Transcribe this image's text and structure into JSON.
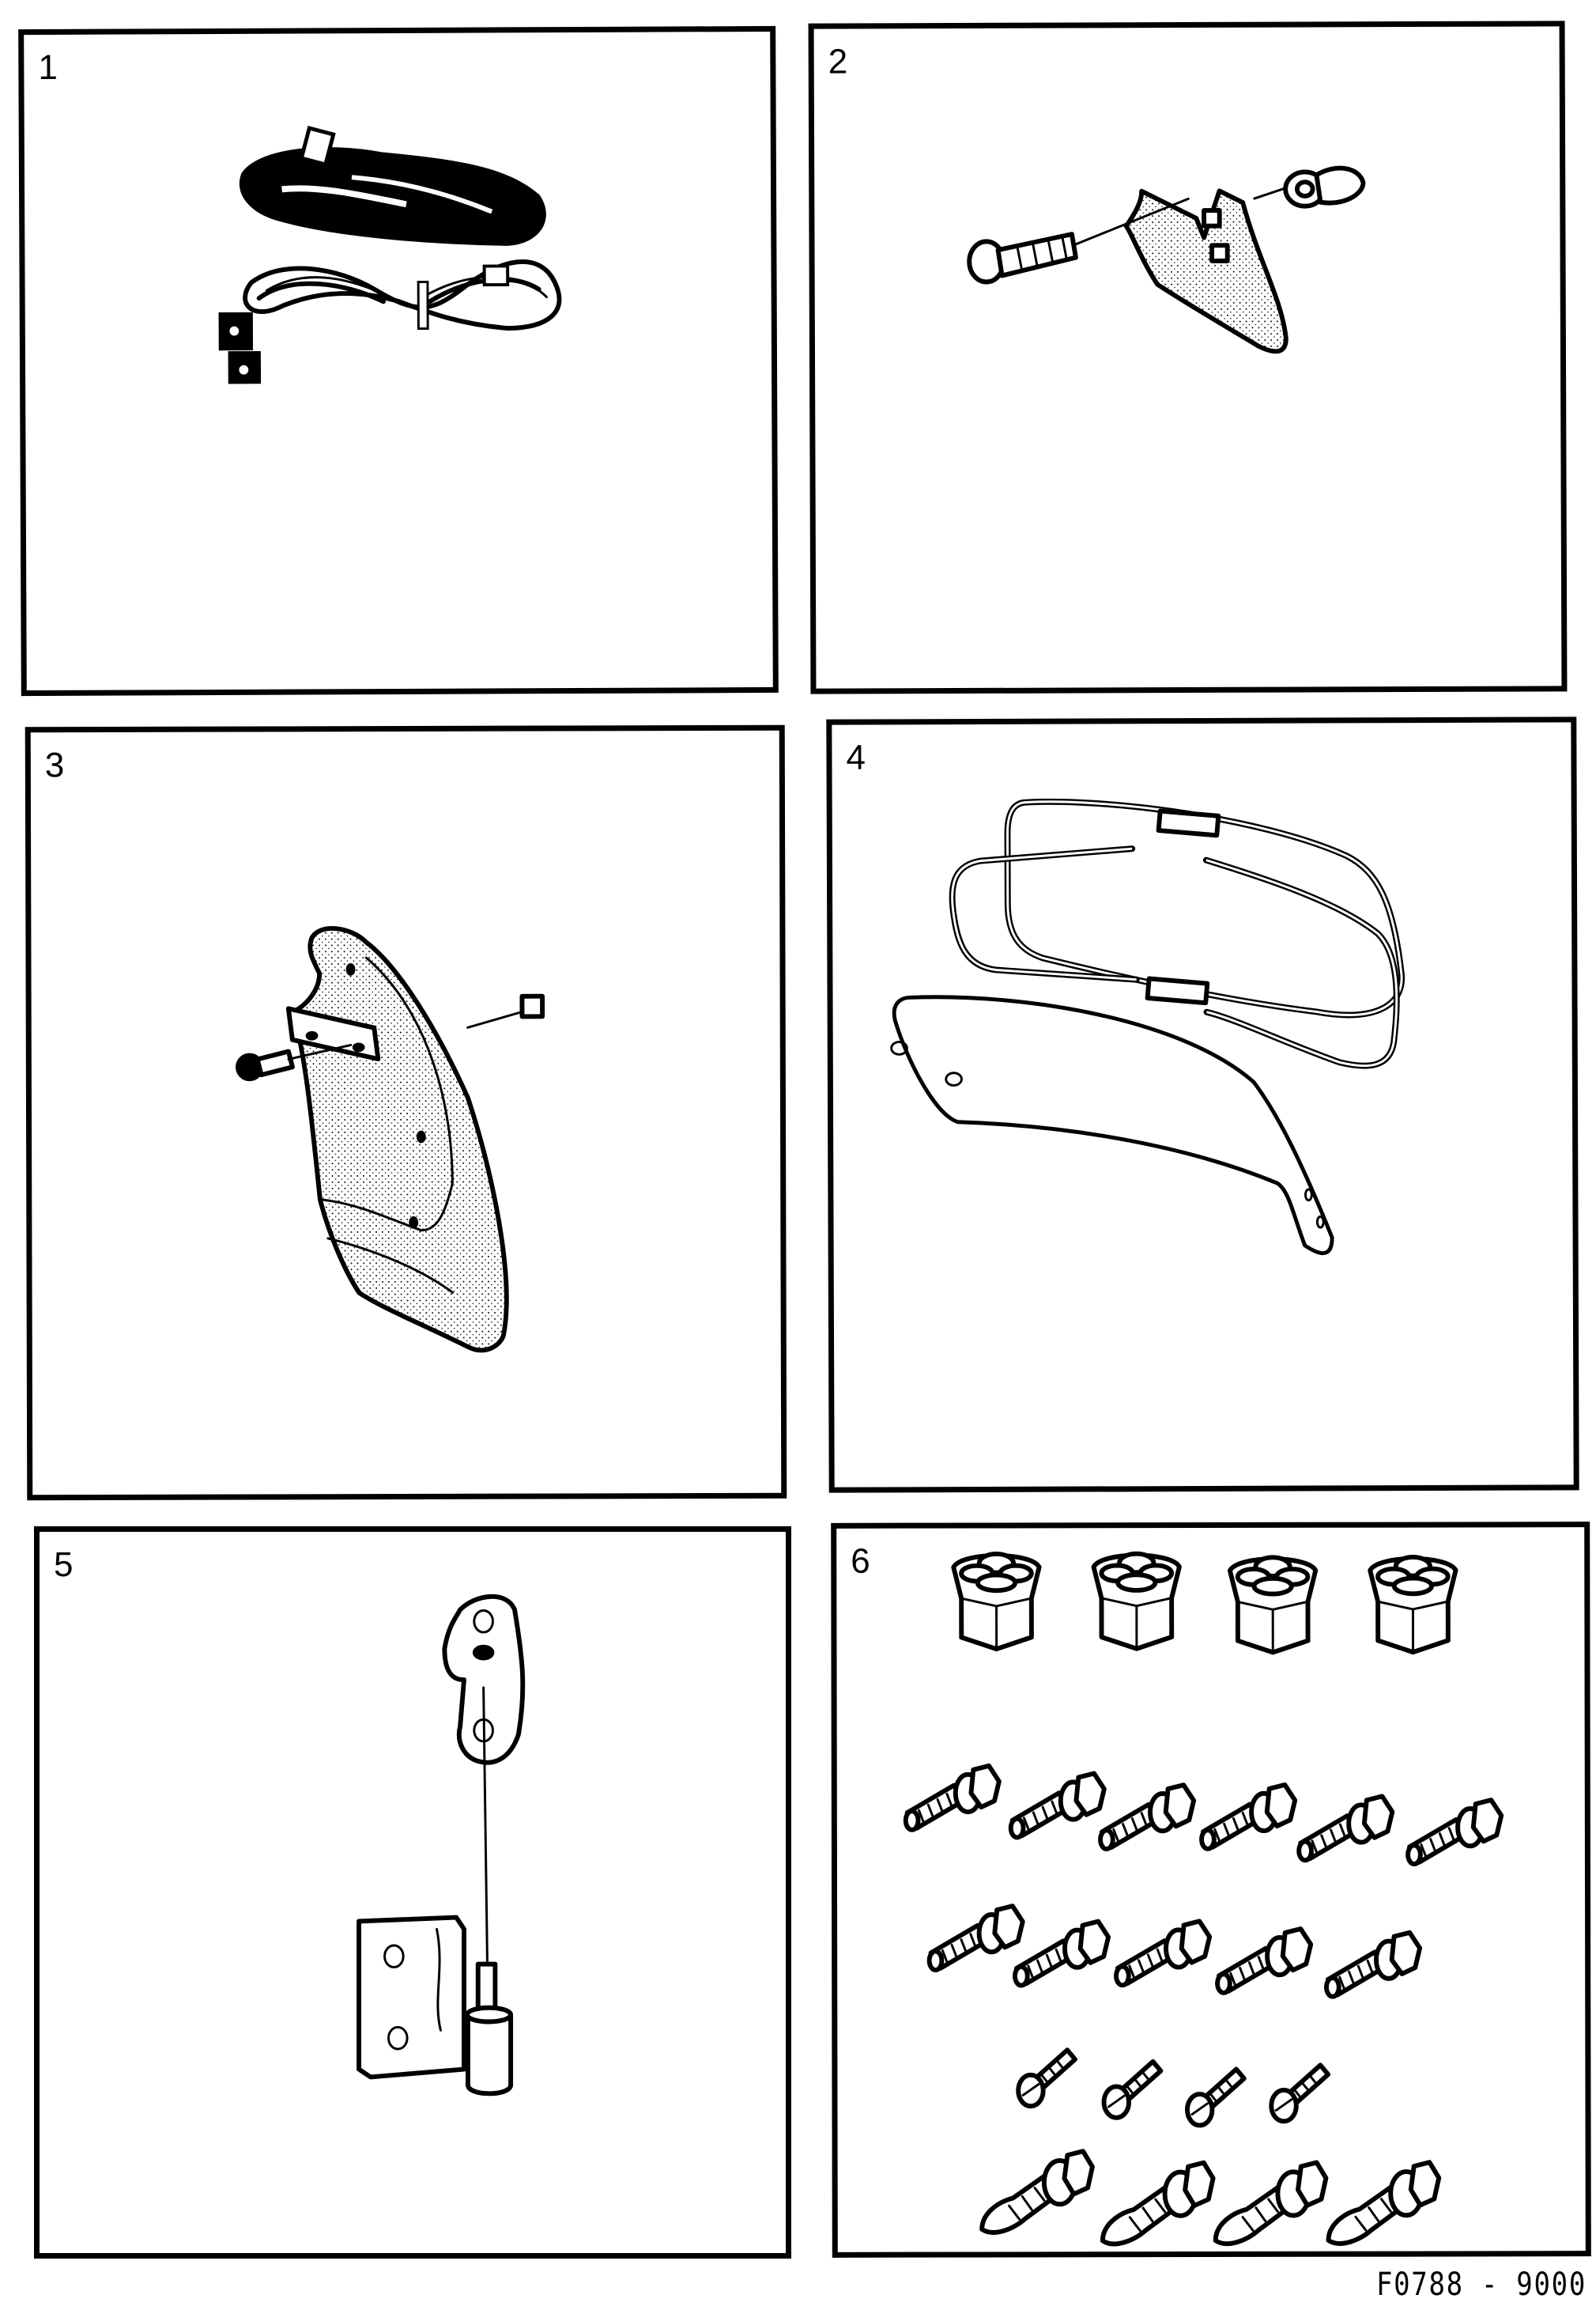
{
  "document": {
    "type": "parts-kit illustration sheet",
    "figure_code": "F0788 - 9000"
  },
  "panels": [
    {
      "number": "1",
      "icon": "wiring-harness-icon",
      "description": "Two coiled wiring harnesses with connectors"
    },
    {
      "number": "2",
      "icon": "mud-flap-bracket-icon",
      "description": "Small mud flap/bracket with screw and nut"
    },
    {
      "number": "3",
      "icon": "mud-flap-icon",
      "description": "Mud flap with mounting bracket, bolt and square nut"
    },
    {
      "number": "4",
      "icon": "wire-frame-flap-icon",
      "description": "Wire frame with clips and curved flap panel"
    },
    {
      "number": "5",
      "icon": "hinge-icon",
      "description": "Hinge bracket with arm and pin"
    },
    {
      "number": "6",
      "icon": "fasteners-icon",
      "description": "Hardware set: 4 plastic plugs, 11 hex bolts with washers, 4 slotted screws, 4 self-tapping screws"
    }
  ],
  "hardware_counts": {
    "plugs": 4,
    "hex_bolts_row1": 6,
    "hex_bolts_row2": 5,
    "slotted_screws": 4,
    "self_tapping_screws": 4
  }
}
